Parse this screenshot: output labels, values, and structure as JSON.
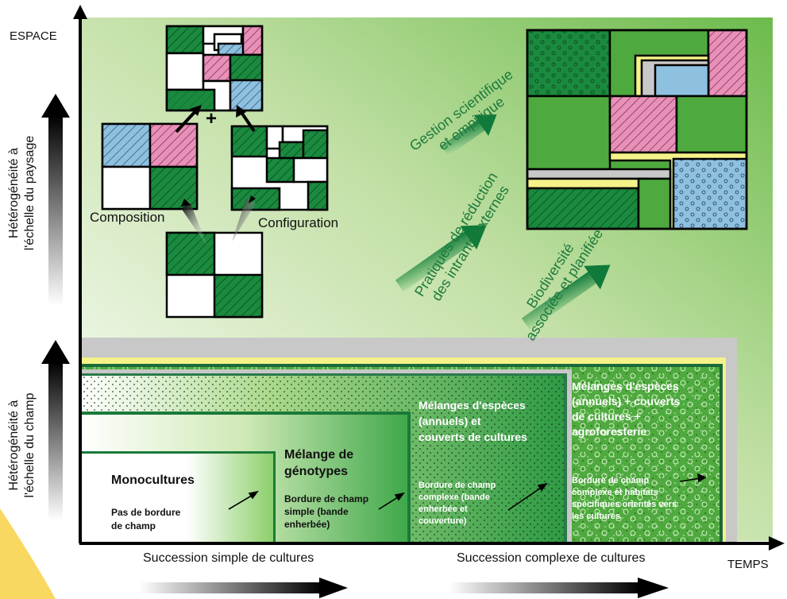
{
  "axes": {
    "x_label": "TEMPS",
    "y_label": "ESPACE",
    "y_upper": [
      "Hétérogénéité à",
      "l'échelle du paysage"
    ],
    "y_lower": [
      "Hétérogénéité à",
      "l'échelle du champ"
    ],
    "x_left": "Succession simple de cultures",
    "x_right": "Succession complexe de cultures"
  },
  "landscape": {
    "plus": "+",
    "composition": "Composition",
    "configuration": "Configuration"
  },
  "trends": [
    [
      "Gestion scientifique",
      "et empirique"
    ],
    [
      "Pratiques de réduction",
      "des intrants externes"
    ],
    [
      "Biodiversité",
      "associée et planifiée"
    ]
  ],
  "field_levels": [
    {
      "title": "Monocultures",
      "border": [
        "Pas de bordure",
        "de champ"
      ]
    },
    {
      "title": [
        "Mélange de",
        "génotypes"
      ],
      "border": [
        "Bordure de champ",
        "simple (bande",
        "enherbée)"
      ]
    },
    {
      "title": [
        "Mélanges d'espèces",
        "(annuels) et",
        "couverts de cultures"
      ],
      "border": [
        "Bordure de champ",
        "complexe (bande",
        "enherbée et",
        "couverture)"
      ]
    },
    {
      "title": [
        "Mélanges d'espèces",
        "(annuels) + couverts",
        "de cultures +",
        "agroforesterie"
      ],
      "border": [
        "Bordure de champ",
        "complexe et habitats",
        "spécifiques orientés vers",
        "les cultures"
      ]
    }
  ],
  "colors": {
    "dark_green": "#1a8a3e",
    "pink": "#e890b8",
    "blue": "#8ec0e0",
    "yellow": "#f5f28a",
    "grey": "#c8c8c8"
  }
}
